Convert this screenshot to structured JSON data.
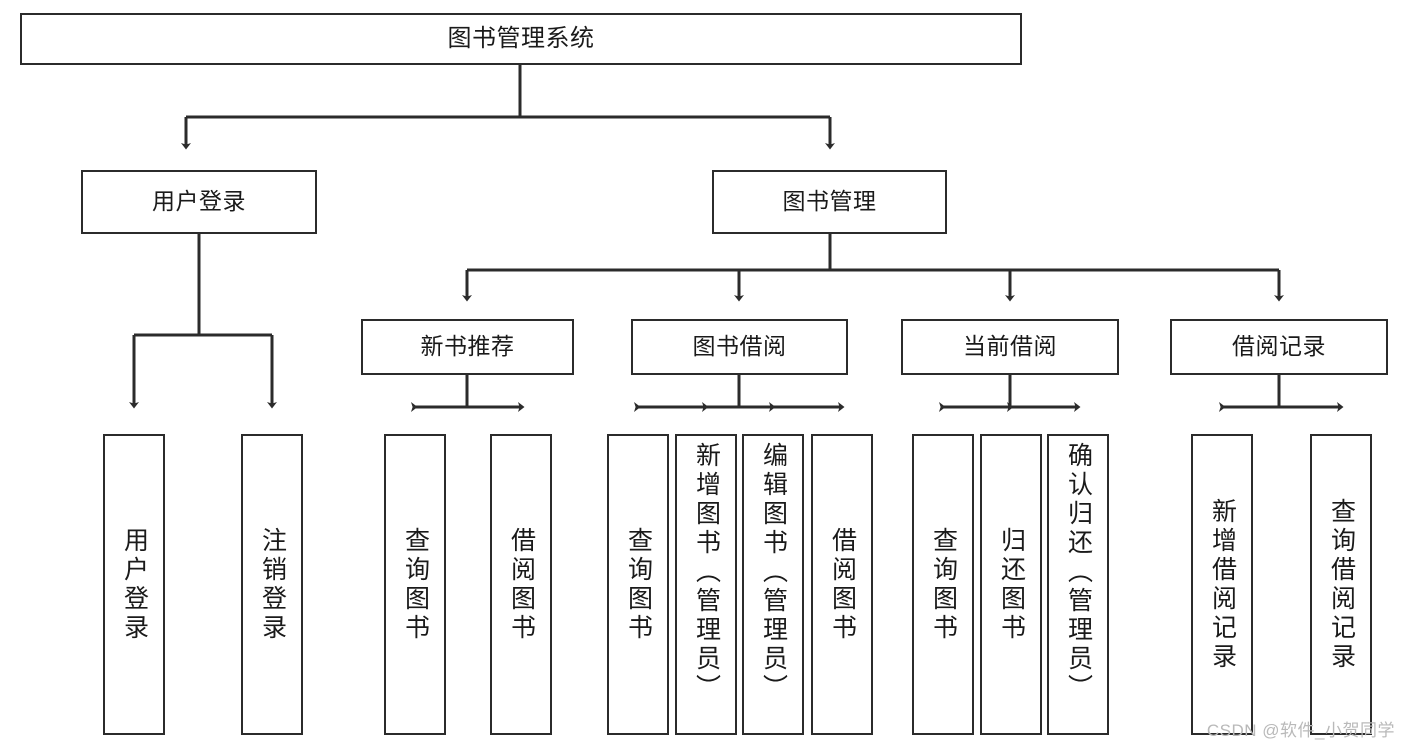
{
  "diagram": {
    "title": "图书管理系统",
    "watermark": "CSDN @软件_小贺同学",
    "line_color": "#2b2b2b",
    "box_fill": "#ffffff",
    "text_color": "#1a1a1a",
    "watermark_color": "#b9b9b9"
  },
  "nodes": {
    "root": {
      "label": "图书管理系统"
    },
    "level1": [
      {
        "label": "用户登录"
      },
      {
        "label": "图书管理"
      }
    ],
    "level2": [
      {
        "label": "新书推荐"
      },
      {
        "label": "图书借阅"
      },
      {
        "label": "当前借阅"
      },
      {
        "label": "借阅记录"
      }
    ],
    "leaves": {
      "user_login": [
        {
          "label": "用户登录"
        },
        {
          "label": "注销登录"
        }
      ],
      "new_book": [
        {
          "label": "查询图书"
        },
        {
          "label": "借阅图书"
        }
      ],
      "book_borrow": [
        {
          "label": "查询图书"
        },
        {
          "label": "新增图书（管理员）"
        },
        {
          "label": "编辑图书（管理员）"
        },
        {
          "label": "借阅图书"
        }
      ],
      "current_borrow": [
        {
          "label": "查询图书"
        },
        {
          "label": "归还图书"
        },
        {
          "label": "确认归还（管理员）"
        }
      ],
      "borrow_record": [
        {
          "label": "新增借阅记录"
        },
        {
          "label": "查询借阅记录"
        }
      ]
    }
  }
}
